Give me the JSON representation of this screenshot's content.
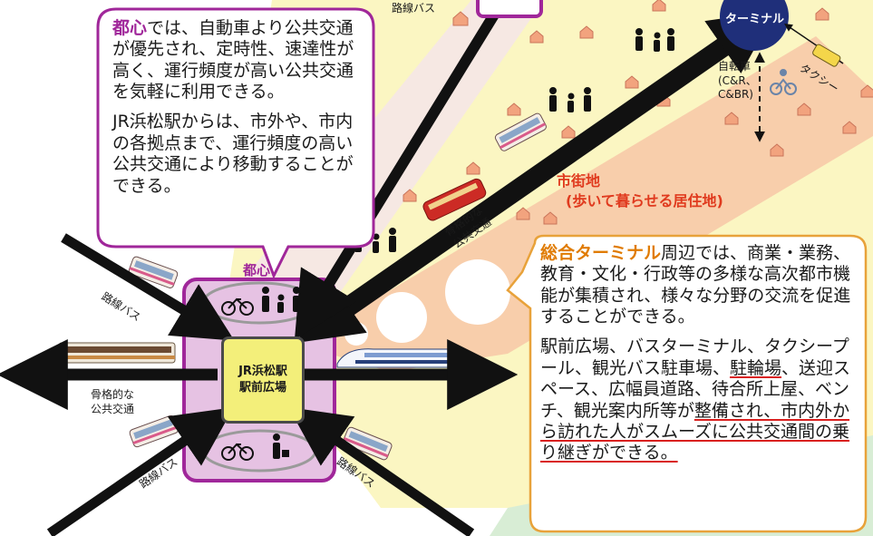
{
  "toshin_bubble": {
    "highlight": "都心",
    "para1_rest": "では、自動車より公共交通が優先され、定時性、速達性が高く、運行頻度が高い公共交通を気軽に利用できる。",
    "para2": "JR浜松駅からは、市外や、市内の各拠点まで、運行頻度の高い公共交通により移動することができる。"
  },
  "terminal_bubble": {
    "highlight": "総合ターミナル",
    "para1_rest": "周辺では、商業・業務、教育・文化・行政等の多様な高次都市機能が集積され、様々な分野の交流を促進することができる。",
    "para2_a": "駅前広場、バスターミナル、タクシープール、観光バス駐車場、",
    "para2_ul1": "駐輪場",
    "para2_b": "、送迎スペース、広幅員道路、待合所上屋、ベンチ、観光案内所等が",
    "para2_ul2": "整備され、市内外から訪れた人がスムーズに公共交通間の乗り継ぎができる。"
  },
  "labels": {
    "toshin_area": "都心",
    "station_line1": "JR浜松駅",
    "station_line2": "駅前広場",
    "terminal": "ターミナル",
    "shigaichi_line1": "市街地",
    "shigaichi_line2": "(歩いて暮らせる居住地)",
    "bicycle_line1": "自転車",
    "bicycle_line2": "(C&R、",
    "bicycle_line3": "C&BR)",
    "taxi": "タクシー",
    "rosen_bus": "路線バス",
    "kokkaku_line1": "骨格的な",
    "kokkaku_line2": "公共交通"
  },
  "colors": {
    "toshin_purple": "#a0279a",
    "terminal_orange": "#e07b00",
    "shigaichi_red": "#e03a1e",
    "underline_red": "#d9201f",
    "station_yellow": "#f3ef7a",
    "terminal_navy": "#1f2f7a",
    "band_salmon": "#f7c7a7",
    "ground_yellow": "#fbf6c2",
    "ground_green": "#d8edd5"
  }
}
